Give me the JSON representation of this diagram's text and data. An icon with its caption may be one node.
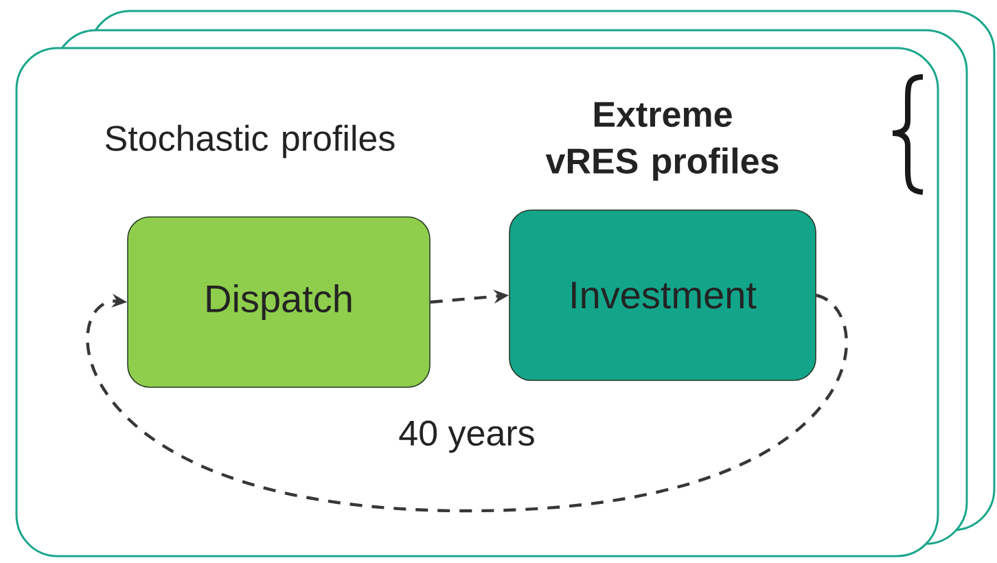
{
  "diagram": {
    "nodes": [
      {
        "text": [],
        "shape": "box"
      },
      {
        "text": [
          "Dispatch"
        ],
        "in": 0,
        "beside": [
          "Stochastic profiles"
        ]
      },
      {
        "text": [
          "Investment"
        ],
        "in": 0,
        "beside": [
          "**Extreme vRES profiles**"
        ]
      }
    ],
    "edges": [
      {
        "from": 1,
        "to": 2,
        "arrow": "to",
        "style": "dashed"
      },
      {
        "from": 2,
        "to": 1,
        "arrow": "to",
        "style": "dashed",
        "label": "40 years"
      }
    ]
  }
}
